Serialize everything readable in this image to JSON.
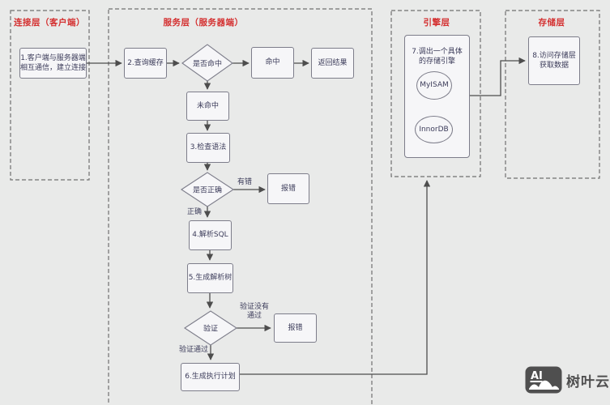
{
  "layers": {
    "connection": "连接层（客户端）",
    "service": "服务层（服务器端）",
    "engine": "引擎层",
    "storage": "存储层"
  },
  "nodes": {
    "step1": [
      "1.客户端与服务器端",
      "相互通信，建立连接"
    ],
    "step2": "2.查询缓存",
    "is_hit": "是否命中",
    "hit": "命中",
    "return_result": "返回结果",
    "not_hit": "未命中",
    "step3": "3.检查语法",
    "is_correct": "是否正确",
    "error_syntax": "报错",
    "step4": "4.解析SQL",
    "step5": "5.生成解析树",
    "validate": "验证",
    "error_validate": "报错",
    "step6": "6.生成执行计划",
    "step7": [
      "7.调出一个具体",
      "的存储引擎"
    ],
    "engine_myisam": "MyISAM",
    "engine_innordb": "InnorDB",
    "step8": [
      "8.访问存储层",
      "获取数据"
    ]
  },
  "edge_labels": {
    "has_error": "有错",
    "correct": "正确",
    "validate_fail": [
      "验证没有",
      "通过"
    ],
    "validate_pass": "验证通过"
  },
  "colors": {
    "header_red": "#d42f2f",
    "box_border": "#7d7d8a",
    "box_fill": "#f6f6f8",
    "line": "#4d4d4d",
    "background": "#e9eae9",
    "watermark_gray": "#4f4f4f"
  },
  "watermark": {
    "logo_text": "AI",
    "brand": "树叶云"
  }
}
